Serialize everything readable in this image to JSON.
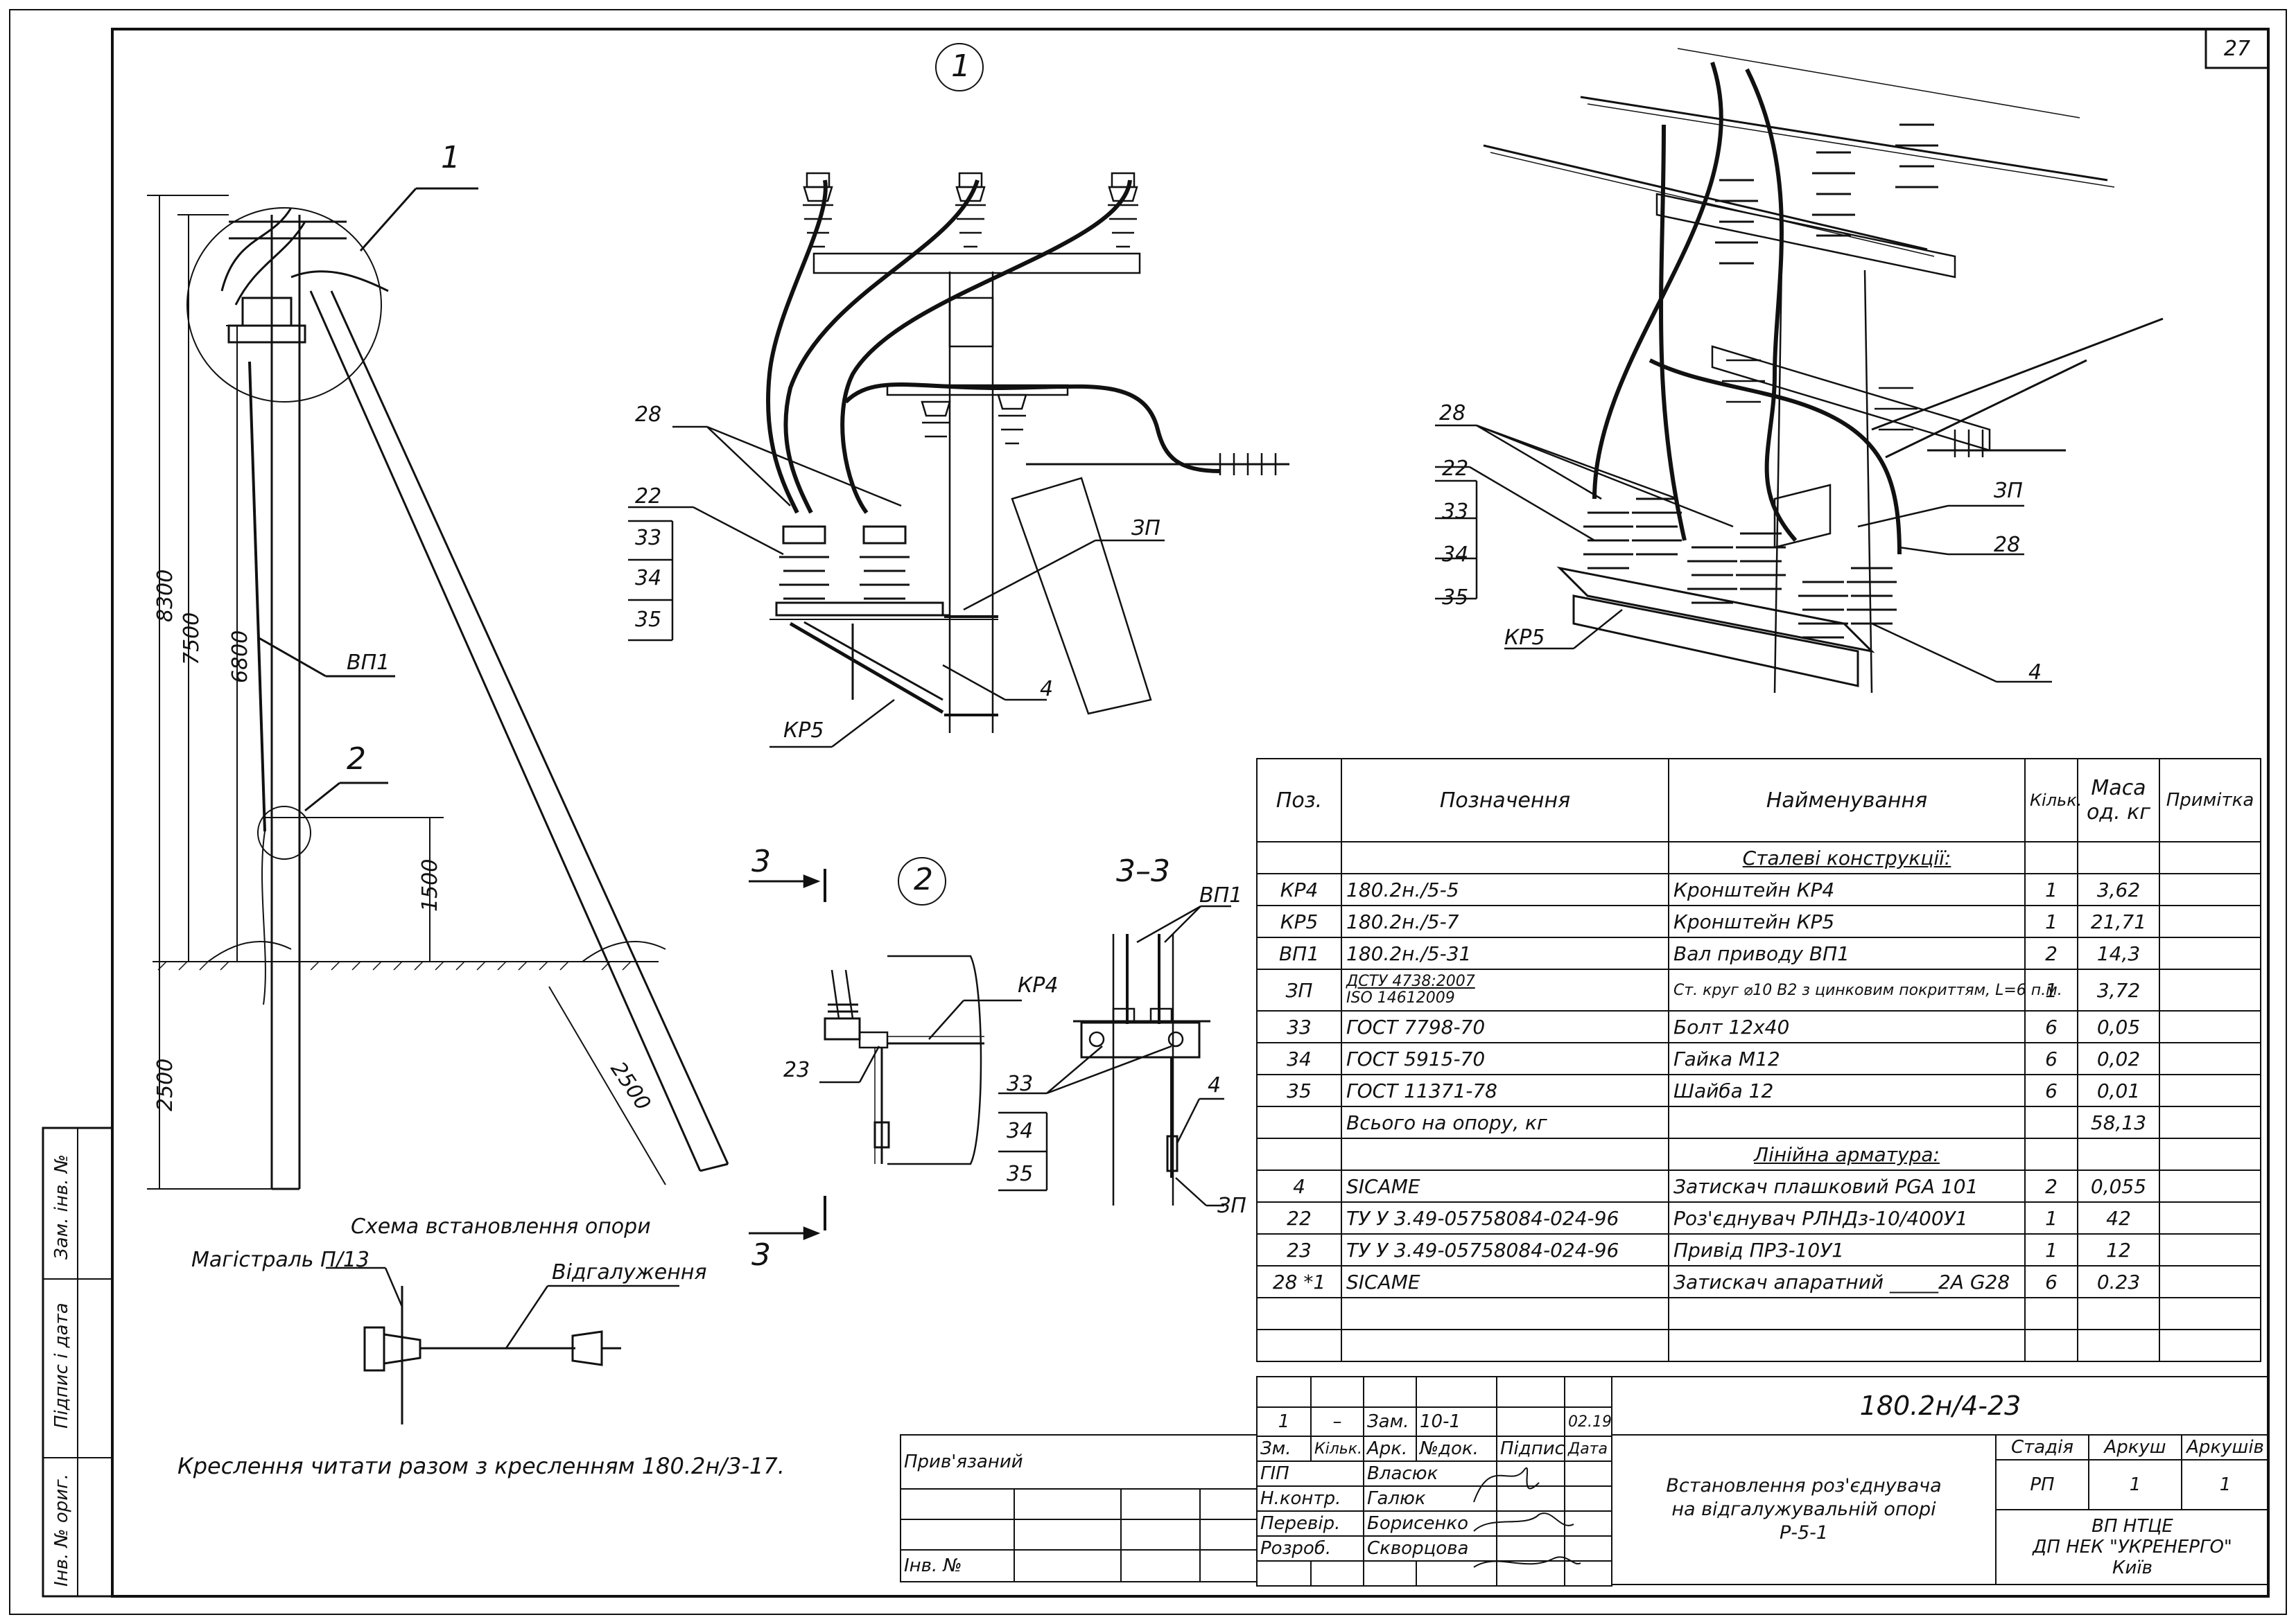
{
  "sheet_number": "27",
  "callouts": {
    "main_1": "1",
    "main_2": "2",
    "view_1": "1",
    "view_2": "2",
    "section_mark": "3",
    "section_title": "3–3"
  },
  "pole": {
    "dim_8300": "8300",
    "dim_7500": "7500",
    "dim_6800": "6800",
    "dim_1500": "1500",
    "dim_2500": "2500",
    "dim_2500_strut": "2500",
    "label_vp1": "ВП1",
    "caption": "Схема встановлення опори"
  },
  "view1_labels": {
    "l28": "28",
    "l22": "22",
    "l33": "33",
    "l34": "34",
    "l35": "35",
    "kr5": "КР5",
    "zp": "ЗП",
    "l4": "4"
  },
  "view3d_labels": {
    "l28": "28",
    "l22": "22",
    "l33": "33",
    "l34": "34",
    "l35": "35",
    "kr5": "КР5",
    "zp": "ЗП",
    "l28b": "28",
    "l4": "4"
  },
  "view2_labels": {
    "kr4": "КР4",
    "l23": "23"
  },
  "section_labels": {
    "vp1": "ВП1",
    "l4": "4",
    "l33": "33",
    "l34": "34",
    "l35": "35",
    "zp": "ЗП"
  },
  "scheme": {
    "main_line": "Магістраль П/13",
    "branch": "Відгалуження"
  },
  "note": "Креслення читати разом з кресленням 180.2н/3-17.",
  "bom": {
    "headers": {
      "pos": "Поз.",
      "designation": "Позначення",
      "name": "Найменування",
      "qty": "Кільк.",
      "mass_1": "Маса",
      "mass_2": "од. кг",
      "note": "Примітка"
    },
    "section_1": "Сталеві конструкції:",
    "rows_1": [
      {
        "pos": "КР4",
        "des": "180.2н./5-5",
        "name": "Кронштейн КР4",
        "qty": "1",
        "mass": "3,62"
      },
      {
        "pos": "КР5",
        "des": "180.2н./5-7",
        "name": "Кронштейн КР5",
        "qty": "1",
        "mass": "21,71"
      },
      {
        "pos": "ВП1",
        "des": "180.2н./5-31",
        "name": "Вал приводу ВП1",
        "qty": "2",
        "mass": "14,3"
      }
    ],
    "zp_row": {
      "pos": "ЗП",
      "des_1": "ДСТУ 4738:2007",
      "des_2": "ISO 14612009",
      "name": "Ст. круг ⌀10 В2 з цинковим покриттям, L=6 п.м.",
      "qty": "1",
      "mass": "3,72"
    },
    "rows_2": [
      {
        "pos": "33",
        "des": "ГОСТ 7798-70",
        "name": "Болт 12х40",
        "qty": "6",
        "mass": "0,05"
      },
      {
        "pos": "34",
        "des": "ГОСТ 5915-70",
        "name": "Гайка М12",
        "qty": "6",
        "mass": "0,02"
      },
      {
        "pos": "35",
        "des": "ГОСТ 11371-78",
        "name": "Шайба 12",
        "qty": "6",
        "mass": "0,01"
      }
    ],
    "total_label": "Всього на опору, кг",
    "total_mass": "58,13",
    "section_2": "Лінійна арматура:",
    "rows_3": [
      {
        "pos": "4",
        "des": "SICAME",
        "name": "Затискач плашковий PGA 101",
        "qty": "2",
        "mass": "0,055"
      },
      {
        "pos": "22",
        "des": "ТУ У 3.49-05758084-024-96",
        "name": "Роз'єднувач РЛНДз-10/400У1",
        "qty": "1",
        "mass": "42"
      },
      {
        "pos": "23",
        "des": "ТУ У 3.49-05758084-024-96",
        "name": "Привід ПРЗ-10У1",
        "qty": "1",
        "mass": "12"
      },
      {
        "pos": "28 *1",
        "des": "SICAME",
        "name": "Затискач апаратний _____2А G28",
        "qty": "6",
        "mass": "0.23"
      }
    ]
  },
  "titleblock": {
    "change": {
      "zm": "1",
      "kilk": "–",
      "ark": "Зам.",
      "ndok": "10-1",
      "data": "02.19"
    },
    "heads": {
      "zm": "Зм.",
      "kilk": "Кільк.",
      "ark": "Арк.",
      "ndok": "№док.",
      "pidpys": "Підпис",
      "data": "Дата"
    },
    "roles": [
      {
        "role": "ГІП",
        "name": "Власюк"
      },
      {
        "role": "Н.контр.",
        "name": "Галюк"
      },
      {
        "role": "Перевір.",
        "name": "Борисенко"
      },
      {
        "role": "Розроб.",
        "name": "Скворцова"
      }
    ],
    "code": "180.2н/4-23",
    "title_1": "Встановлення роз'єднувача",
    "title_2": "на відгалужувальній опорі",
    "title_3": "Р-5-1",
    "stage_head": "Стадія",
    "sheet_head": "Аркуш",
    "sheets_head": "Аркушів",
    "stage": "РП",
    "sheet": "1",
    "sheets": "1",
    "org_1": "ВП НТЦЕ",
    "org_2": "ДП НЕК \"УКРЕНЕРГО\"",
    "org_3": "Київ",
    "attached": "Прив'язаний",
    "inv": "Інв. №"
  },
  "side_stamp": {
    "zam_inv": "Зам. інв. №",
    "pidpys_data": "Підпис і дата",
    "inv_orig": "Інв. № ориг."
  }
}
